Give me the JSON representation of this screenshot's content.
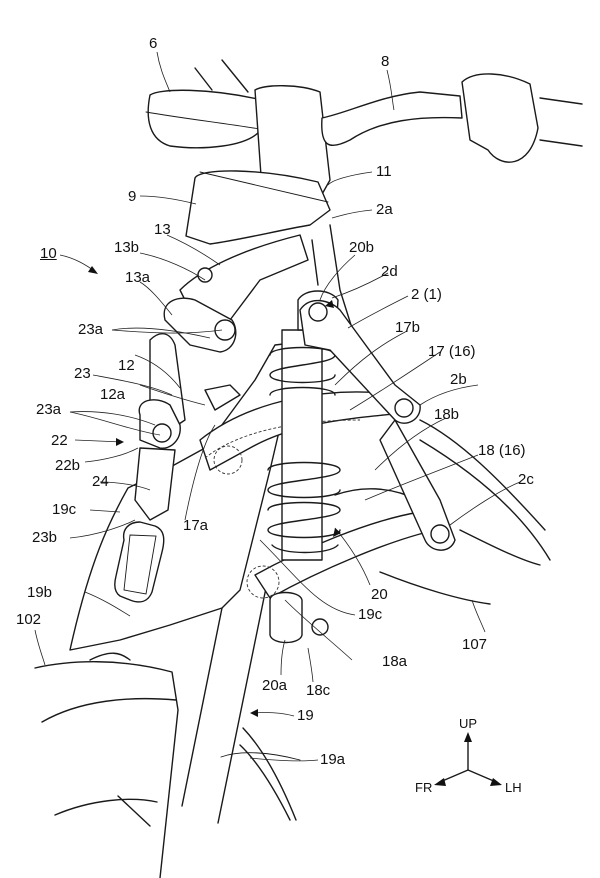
{
  "figure": {
    "title_ref": "10",
    "labels": {
      "l6": "6",
      "l8": "8",
      "l9": "9",
      "l11": "11",
      "l2a": "2a",
      "l13": "13",
      "l13b": "13b",
      "l13a": "13a",
      "l20b": "20b",
      "l2d": "2d",
      "l2_1": "2 (1)",
      "l23a_top": "23a",
      "l17b": "17b",
      "l17_16": "17 (16)",
      "l12": "12",
      "l23": "23",
      "l12a": "12a",
      "l2b": "2b",
      "l23a_mid": "23a",
      "l22": "22",
      "l22b": "22b",
      "l18b": "18b",
      "l18_16": "18 (16)",
      "l24": "24",
      "l2c": "2c",
      "l19c_left": "19c",
      "l17a": "17a",
      "l23b": "23b",
      "l20": "20",
      "l19c_right": "19c",
      "l19b": "19b",
      "l102": "102",
      "l107": "107",
      "l18a": "18a",
      "l20a": "20a",
      "l18c": "18c",
      "l19": "19",
      "l19a": "19a"
    },
    "axes": {
      "up": "UP",
      "front": "FR",
      "left": "LH"
    }
  }
}
